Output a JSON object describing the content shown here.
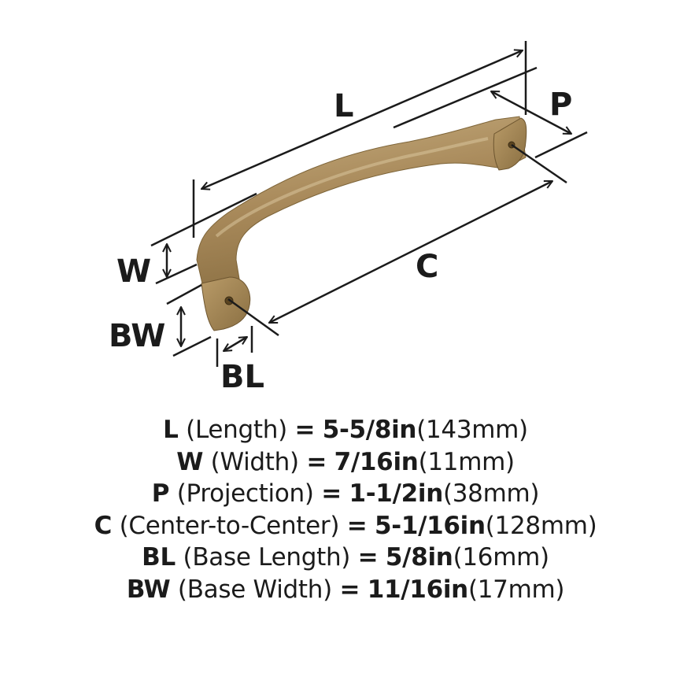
{
  "diagram": {
    "subject": "cabinet pull handle",
    "finish_colors": {
      "highlight": "#c2a877",
      "base": "#a8895a",
      "shadow": "#7d6438"
    },
    "line_color": "#1b1b1b",
    "labels": {
      "L": "L",
      "W": "W",
      "P": "P",
      "C": "C",
      "BW": "BW",
      "BL": "BL"
    }
  },
  "specs": [
    {
      "code": "L",
      "name": "(Length)",
      "eq": "=",
      "imperial": "5-5/8in",
      "metric": "(143mm)"
    },
    {
      "code": "W",
      "name": "(Width)",
      "eq": "=",
      "imperial": "7/16in",
      "metric": "(11mm)"
    },
    {
      "code": "P",
      "name": "(Projection)",
      "eq": "=",
      "imperial": "1-1/2in",
      "metric": "(38mm)"
    },
    {
      "code": "C",
      "name": "(Center-to-Center)",
      "eq": "=",
      "imperial": "5-1/16in",
      "metric": "(128mm)"
    },
    {
      "code": "BL",
      "name": "(Base Length)",
      "eq": "=",
      "imperial": "5/8in",
      "metric": "(16mm)"
    },
    {
      "code": "BW",
      "name": "(Base Width)",
      "eq": "=",
      "imperial": "11/16in",
      "metric": "(17mm)"
    }
  ]
}
